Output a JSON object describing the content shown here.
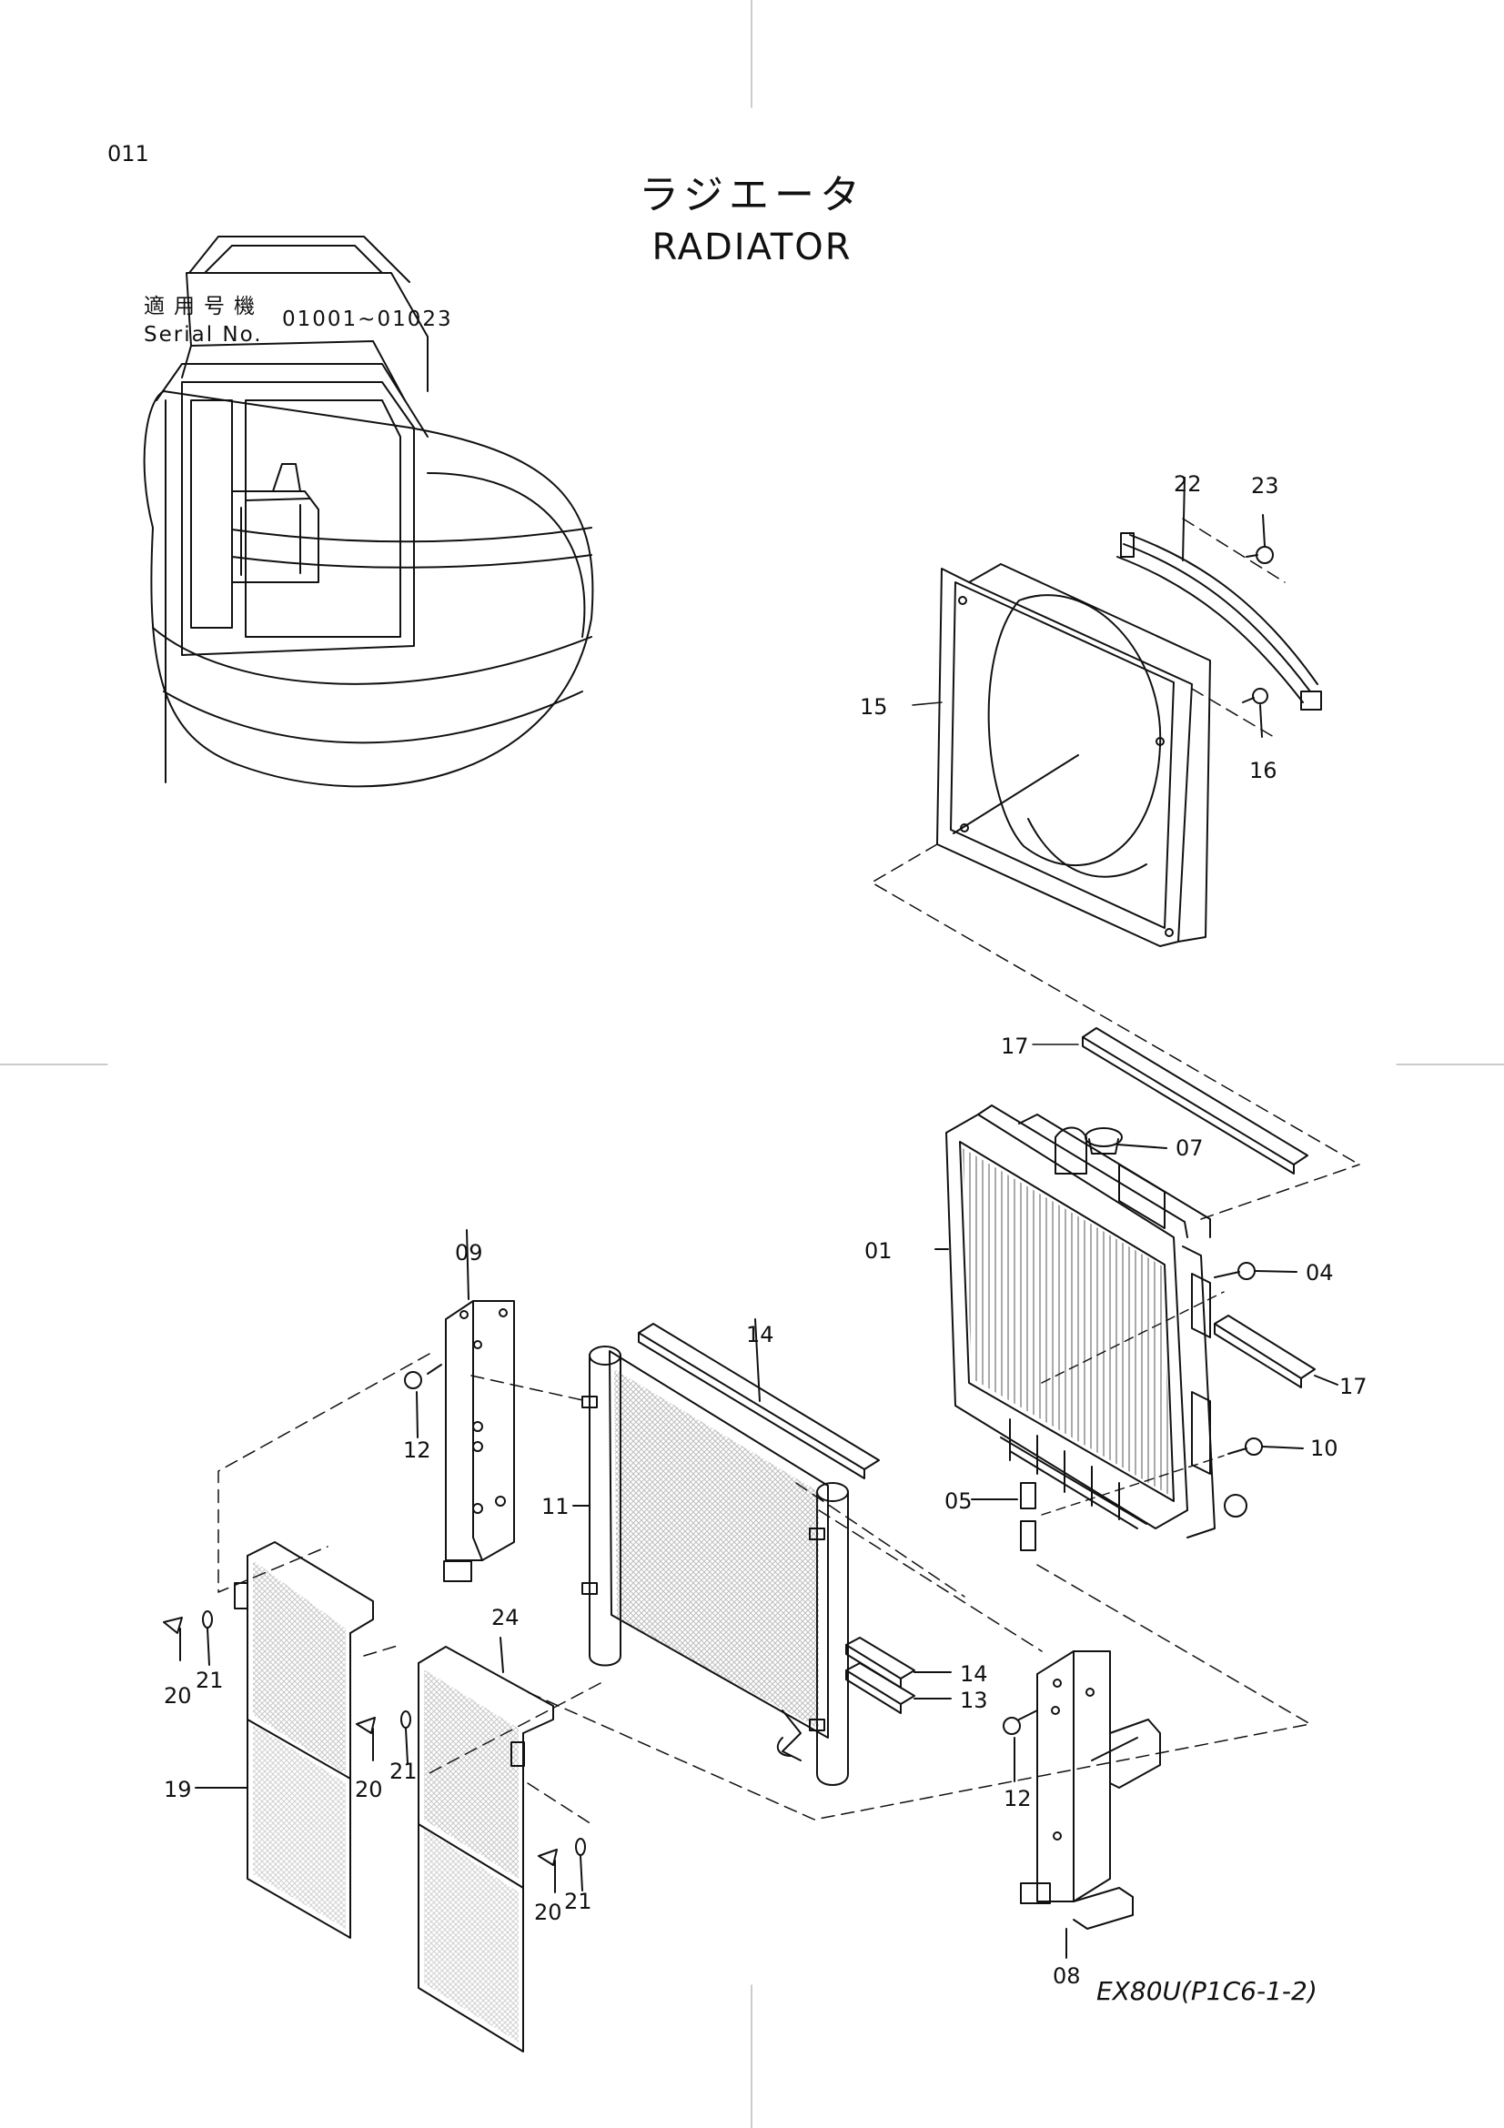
{
  "page_number": "011",
  "title_jp": "ラジエータ",
  "title_en": "RADIATOR",
  "serial_label_jp": "適用号機",
  "serial_label_en": "Serial No.",
  "serial_range": "01001~01023",
  "model_code": "EX80U(P1C6-1-2)",
  "callouts": [
    {
      "id": "c22",
      "label": "22"
    },
    {
      "id": "c23",
      "label": "23"
    },
    {
      "id": "c15",
      "label": "15"
    },
    {
      "id": "c16",
      "label": "16"
    },
    {
      "id": "c17a",
      "label": "17"
    },
    {
      "id": "c07",
      "label": "07"
    },
    {
      "id": "c01",
      "label": "01"
    },
    {
      "id": "c04",
      "label": "04"
    },
    {
      "id": "c17b",
      "label": "17"
    },
    {
      "id": "c10",
      "label": "10"
    },
    {
      "id": "c05",
      "label": "05"
    },
    {
      "id": "c09",
      "label": "09"
    },
    {
      "id": "c14a",
      "label": "14"
    },
    {
      "id": "c12a",
      "label": "12"
    },
    {
      "id": "c11",
      "label": "11"
    },
    {
      "id": "c24",
      "label": "24"
    },
    {
      "id": "c14b",
      "label": "14"
    },
    {
      "id": "c13",
      "label": "13"
    },
    {
      "id": "c12b",
      "label": "12"
    },
    {
      "id": "c08",
      "label": "08"
    },
    {
      "id": "c20a",
      "label": "20"
    },
    {
      "id": "c21a",
      "label": "21"
    },
    {
      "id": "c19",
      "label": "19"
    },
    {
      "id": "c20b",
      "label": "20"
    },
    {
      "id": "c21b",
      "label": "21"
    },
    {
      "id": "c20c",
      "label": "20"
    },
    {
      "id": "c21c",
      "label": "21"
    }
  ]
}
